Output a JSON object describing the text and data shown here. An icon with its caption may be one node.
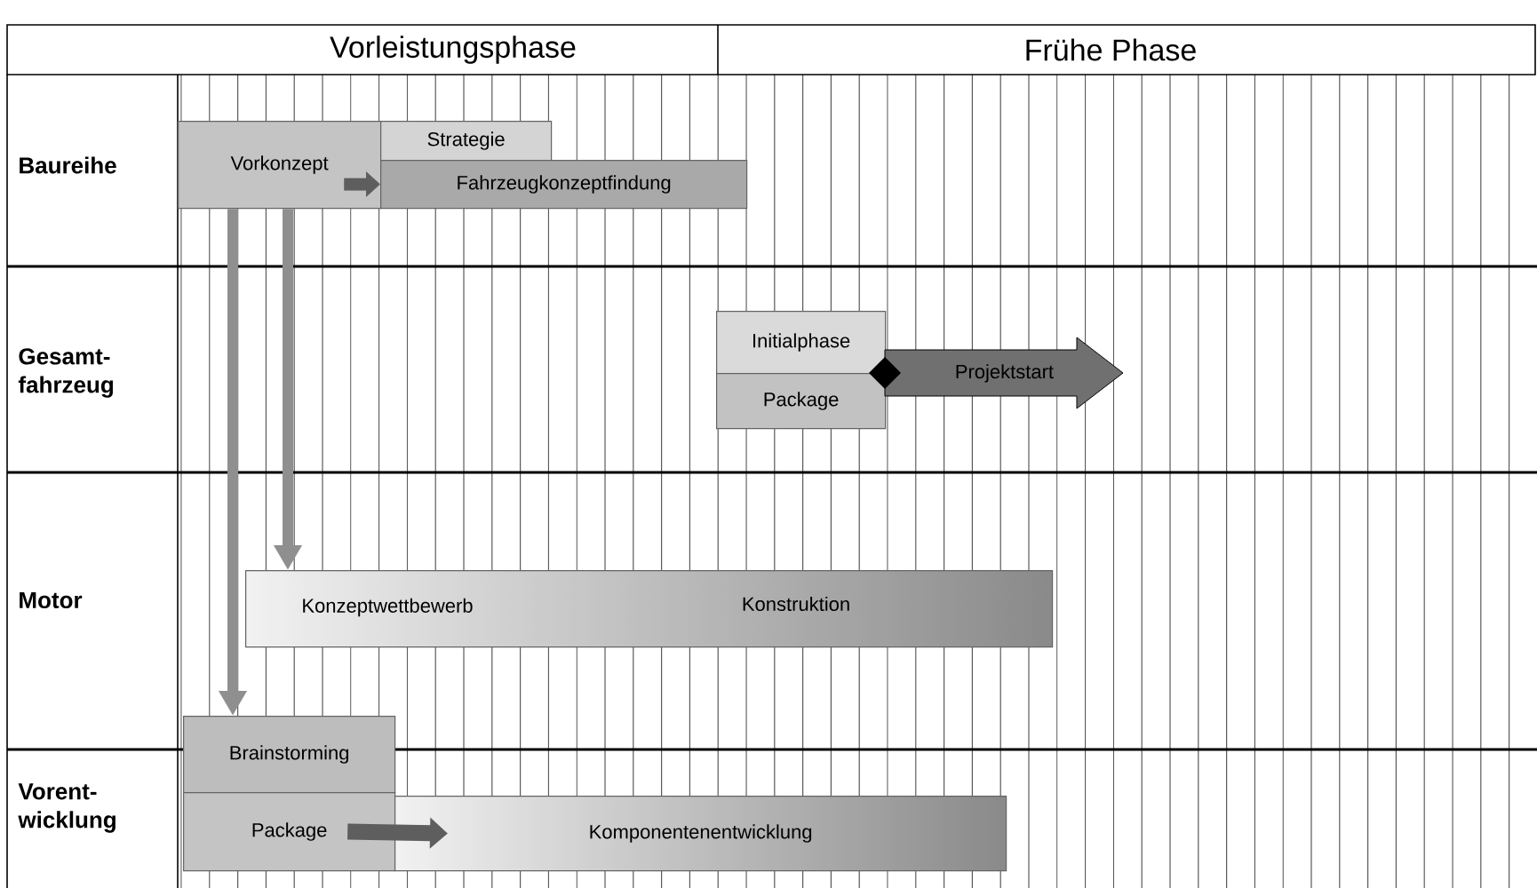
{
  "diagram": {
    "nodes": [
      {
        "text": [
          "Vorkonzept"
        ]
      },
      {
        "text": [
          "Strategie"
        ]
      },
      {
        "text": [
          "Fahrzeugkonzeptfindung"
        ]
      },
      {
        "text": [
          "Initialphase"
        ]
      },
      {
        "text": [
          "Package"
        ]
      },
      {
        "text": [
          "Projektstart"
        ]
      },
      {
        "text": [
          "Konzeptwettbewerb",
          "Konstruktion"
        ]
      },
      {
        "text": [
          "Brainstorming"
        ]
      },
      {
        "text": [
          "Package"
        ]
      },
      {
        "text": [
          "Komponentenentwicklung"
        ]
      }
    ],
    "edges": [
      {
        "from": 0,
        "to": 2,
        "arrow": "to"
      },
      {
        "from": 0,
        "to": 7,
        "arrow": "to",
        "color": "#8f8f8f"
      },
      {
        "from": 0,
        "to": 6,
        "arrow": "to",
        "color": "#8f8f8f"
      },
      {
        "from": 8,
        "to": 9,
        "arrow": "to"
      }
    ],
    "labels": [
      "Vorleistungsphase",
      "Frühe Phase",
      "Baureihe",
      "Gesamt- fahrzeug",
      "Motor",
      "Vorent- wicklung"
    ]
  }
}
